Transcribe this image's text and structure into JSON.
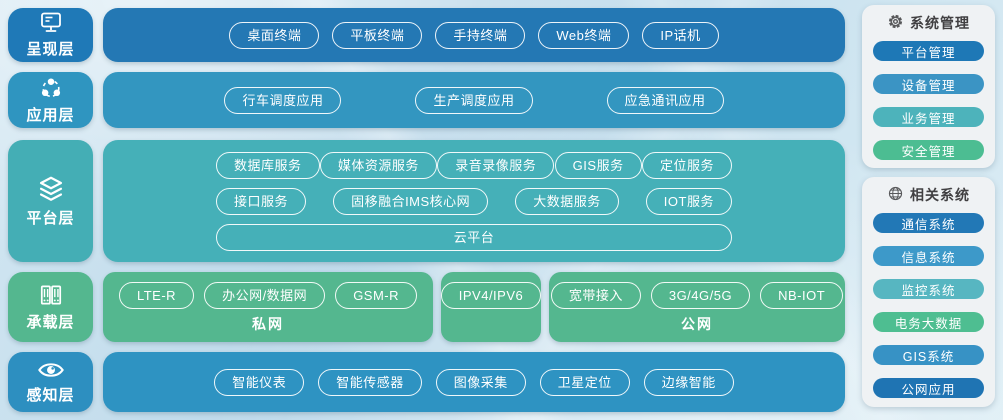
{
  "layers": [
    {
      "name": "呈现层",
      "icon": "monitor-icon",
      "items": [
        "桌面终端",
        "平板终端",
        "手持终端",
        "Web终端",
        "IP话机"
      ]
    },
    {
      "name": "应用层",
      "icon": "network-nodes-icon",
      "items": [
        "行车调度应用",
        "生产调度应用",
        "应急通讯应用"
      ]
    },
    {
      "name": "平台层",
      "icon": "layers-icon",
      "rows": [
        [
          "数据库服务",
          "媒体资源服务",
          "录音录像服务",
          "GIS服务",
          "定位服务"
        ],
        [
          "接口服务",
          "固移融合IMS核心网",
          "大数据服务",
          "IOT服务"
        ],
        [
          "云平台"
        ]
      ]
    },
    {
      "name": "承载层",
      "icon": "server-rack-icon",
      "groups": [
        {
          "caption": "私网",
          "items": [
            "LTE-R",
            "办公网/数据网",
            "GSM-R"
          ]
        },
        {
          "caption": "",
          "items": [
            "IPV4/IPV6"
          ]
        },
        {
          "caption": "公网",
          "items": [
            "宽带接入",
            "3G/4G/5G",
            "NB-IOT"
          ]
        }
      ]
    },
    {
      "name": "感知层",
      "icon": "eye-icon",
      "items": [
        "智能仪表",
        "智能传感器",
        "图像采集",
        "卫星定位",
        "边缘智能"
      ]
    }
  ],
  "colors": {
    "layers": [
      {
        "label": "#1f79b7",
        "row": "#2478b4"
      },
      {
        "label": "#2f95c0",
        "row": "#3396c0"
      },
      {
        "label": "#44aeb5",
        "row": "#45b0b8"
      },
      {
        "label": "#54b78f",
        "row": "#52b58e"
      },
      {
        "label": "#2d8fc0",
        "row": "#2e93c2"
      }
    ],
    "panel_bg": "#eff2f4",
    "panel_title_text": "#414042",
    "panel_icon": "#58595b"
  },
  "panels": [
    {
      "title": "系统管理",
      "icon": "gear-icon",
      "items": [
        {
          "label": "平台管理",
          "color": "#1e78b6"
        },
        {
          "label": "设备管理",
          "color": "#3b94c4"
        },
        {
          "label": "业务管理",
          "color": "#4db3bb"
        },
        {
          "label": "安全管理",
          "color": "#4cbd92"
        }
      ]
    },
    {
      "title": "相关系统",
      "icon": "globe-icon",
      "items": [
        {
          "label": "通信系统",
          "color": "#2278b6"
        },
        {
          "label": "信息系统",
          "color": "#3d99c9"
        },
        {
          "label": "监控系统",
          "color": "#57b6c1"
        },
        {
          "label": "电务大数据",
          "color": "#4ebe91"
        },
        {
          "label": "GIS系统",
          "color": "#3792c5"
        },
        {
          "label": "公网应用",
          "color": "#1f74b3"
        }
      ]
    }
  ]
}
